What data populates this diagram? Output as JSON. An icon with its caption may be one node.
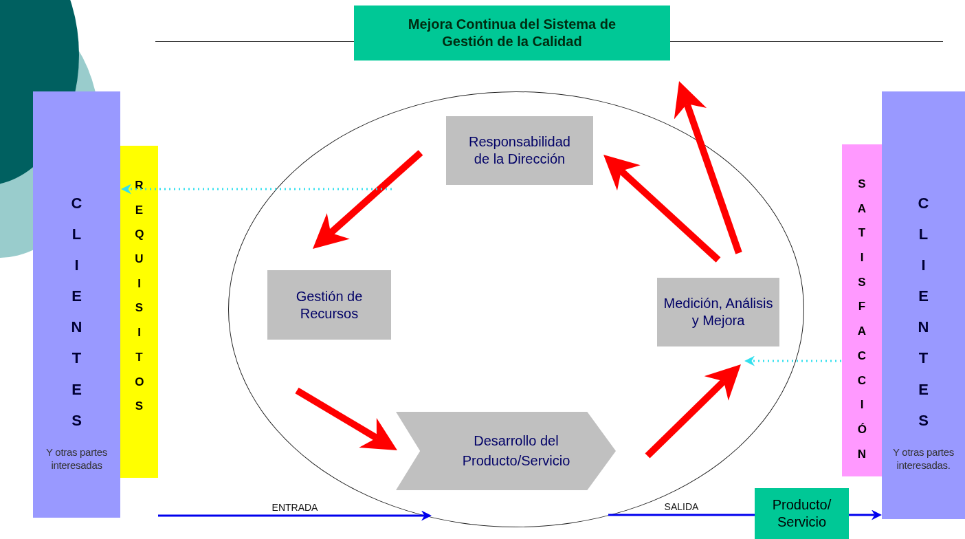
{
  "diagram": {
    "nodes": [
      {
        "text": [
          "Mejora Continua del Sistema de Gestión de la Calidad"
        ]
      },
      {
        "text": [
          "CLIENTES",
          "Y otras partes interesadas"
        ]
      },
      {
        "text": [
          "REQUISITOS"
        ]
      },
      {
        "text": [],
        "shape": "ellipse"
      },
      {
        "text": [
          "Responsabilidad de la Dirección"
        ],
        "in": 3
      },
      {
        "text": [
          "Gestión de Recursos"
        ],
        "in": 3
      },
      {
        "text": [
          "Desarrollo del Producto/Servicio"
        ],
        "in": 3
      },
      {
        "text": [
          "Medición, Análisis y Mejora"
        ],
        "in": 3
      },
      {
        "text": [
          "SATISFACCIÓN"
        ]
      },
      {
        "text": [
          "CLIENTES",
          "Y otras partes interesadas."
        ]
      },
      {
        "text": [
          "Producto/ Servicio"
        ]
      }
    ],
    "edges": [
      {
        "from": 4,
        "to": 5,
        "arrow": "to",
        "style": "thick"
      },
      {
        "from": 5,
        "to": 6,
        "arrow": "to",
        "style": "thick"
      },
      {
        "from": 6,
        "to": 7,
        "arrow": "to",
        "style": "thick"
      },
      {
        "from": 7,
        "to": 4,
        "arrow": "to",
        "style": "thick"
      },
      {
        "from": 7,
        "to": 0,
        "arrow": "to",
        "style": "thick"
      },
      {
        "from": null,
        "to": 1,
        "arrow": "to",
        "style": "dashed",
        "color": "#33e0ee"
      },
      {
        "from": 8,
        "to": 7,
        "arrow": "to",
        "style": "dashed",
        "color": "#33e0ee"
      },
      {
        "from": null,
        "to": 3,
        "arrow": "to",
        "color": "#0000ee",
        "label": "ENTRADA"
      },
      {
        "from": 3,
        "to": 10,
        "arrow": "none",
        "color": "#0000ee",
        "label": "SALIDA"
      },
      {
        "from": 10,
        "to": 9,
        "arrow": "to",
        "color": "#0000ee"
      }
    ]
  }
}
